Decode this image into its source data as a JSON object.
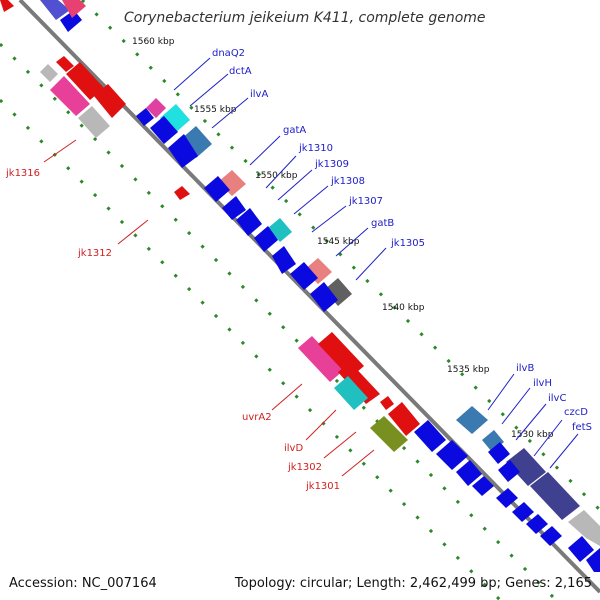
{
  "title": "Corynebacterium jeikeium K411, complete genome",
  "footer": {
    "accession": "Accession: NC_007164",
    "summary": "Topology: circular; Length: 2,462,499 bp; Genes: 2,165"
  },
  "colors": {
    "blue_label": "#2020c8",
    "red_label": "#d02020",
    "backbone": "#7a7a7a",
    "tick_dots": "#2a8a2a"
  },
  "scale_labels": [
    "1560 kbp",
    "1555 kbp",
    "1550 kbp",
    "1545 kbp",
    "1540 kbp",
    "1535 kbp",
    "1530 kbp"
  ],
  "genes_blue": [
    "dnaQ2",
    "dctA",
    "ilvA",
    "gatA",
    "jk1310",
    "jk1309",
    "jk1308",
    "jk1307",
    "gatB",
    "jk1305",
    "ilvB",
    "ilvH",
    "ilvC",
    "czcD",
    "fetS"
  ],
  "genes_red": [
    "jk1316",
    "jk1312",
    "uvrA2",
    "ilvD",
    "jk1302",
    "jk1301"
  ]
}
